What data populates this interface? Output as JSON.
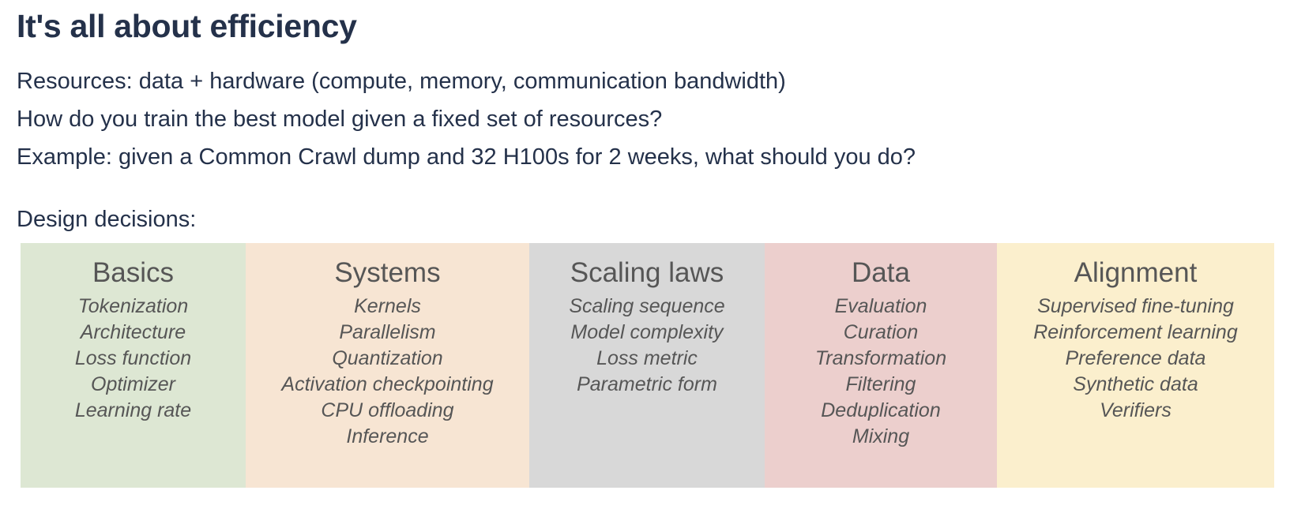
{
  "slide": {
    "title": "It's all about efficiency",
    "body_lines": [
      "Resources: data + hardware (compute, memory, communication bandwidth)",
      "How do you train the best model given a fixed set of resources?",
      "Example: given a Common Crawl dump and 32 H100s for 2 weeks, what should you do?"
    ],
    "design_label": "Design decisions:",
    "text_color": "#24314a",
    "column_text_color": "#565656",
    "columns": [
      {
        "heading": "Basics",
        "bg": "#dde7d3",
        "items": [
          "Tokenization",
          "Architecture",
          "Loss function",
          "Optimizer",
          "Learning rate"
        ]
      },
      {
        "heading": "Systems",
        "bg": "#f7e5d3",
        "items": [
          "Kernels",
          "Parallelism",
          "Quantization",
          "Activation checkpointing",
          "CPU offloading",
          "Inference"
        ]
      },
      {
        "heading": "Scaling laws",
        "bg": "#d8d8d8",
        "items": [
          "Scaling sequence",
          "Model complexity",
          "Loss metric",
          "Parametric form"
        ]
      },
      {
        "heading": "Data",
        "bg": "#eccfcd",
        "items": [
          "Evaluation",
          "Curation",
          "Transformation",
          "Filtering",
          "Deduplication",
          "Mixing"
        ]
      },
      {
        "heading": "Alignment",
        "bg": "#fbefcd",
        "items": [
          "Supervised fine-tuning",
          "Reinforcement learning",
          "Preference data",
          "Synthetic data",
          "Verifiers"
        ]
      }
    ]
  }
}
